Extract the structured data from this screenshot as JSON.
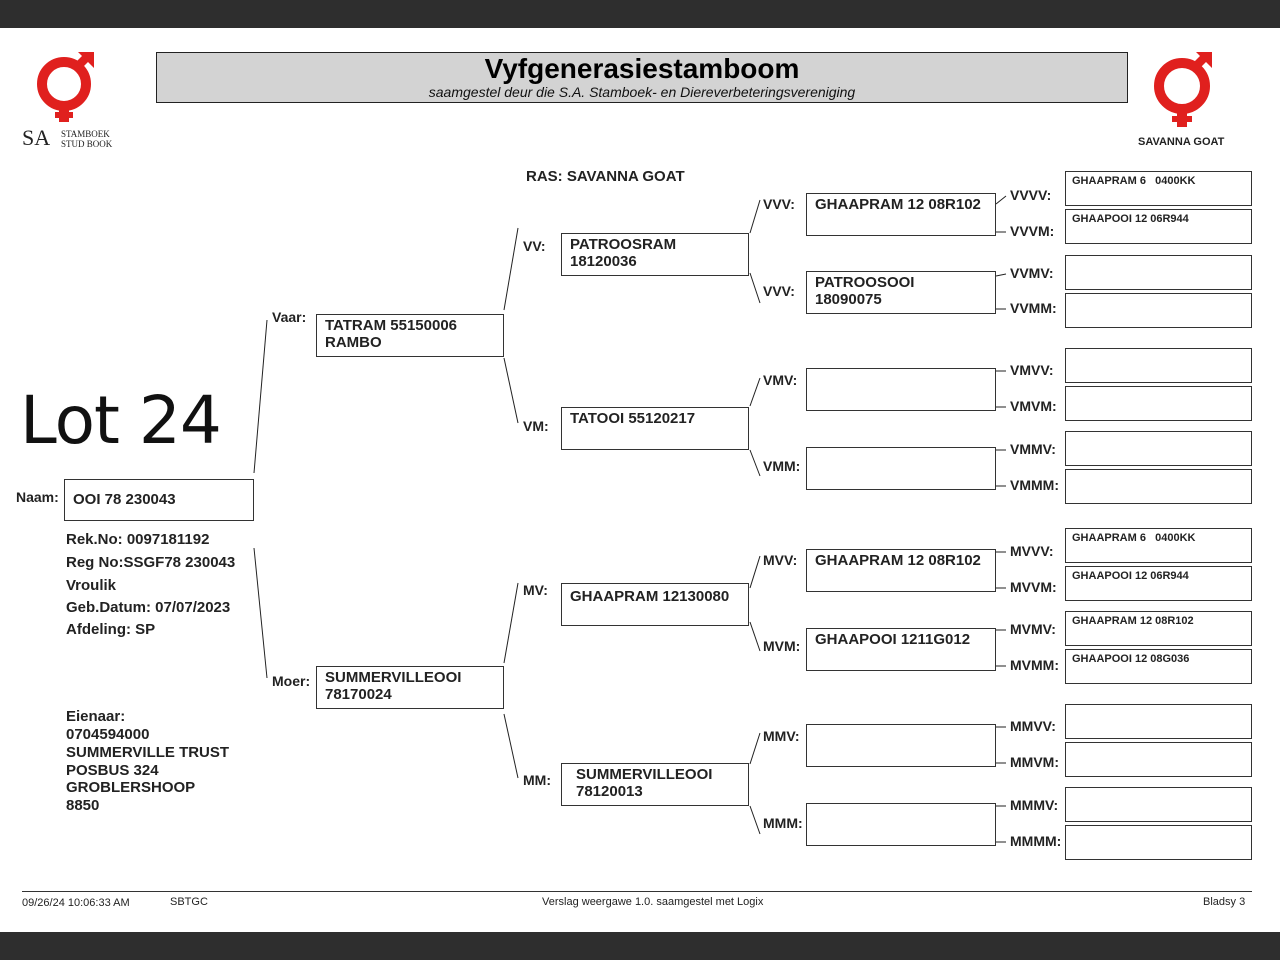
{
  "header": {
    "title": "Vyfgenerasiestamboom",
    "subtitle": "saamgestel deur die S.A. Stamboek- en Diereverbeteringsvereniging"
  },
  "logos": {
    "left_icon": "sa-stud-book-logo",
    "left_sa": "SA",
    "left_line1": "STAMBOEK",
    "left_line2": "STUD BOOK",
    "right_icon": "savanna-goat-logo",
    "right_caption": "SAVANNA GOAT",
    "accent_color": "#e0201e"
  },
  "breed": "RAS: SAVANNA GOAT",
  "overlay": {
    "lot": "Lot 24"
  },
  "animal": {
    "name_label": "Naam:",
    "name": "OOI 78 230043",
    "details": [
      "Rek.No: 0097181192",
      "Reg No:SSGF78  230043",
      "Vroulik",
      "Geb.Datum: 07/07/2023",
      "Afdeling: SP"
    ]
  },
  "owner": {
    "lines": [
      "Eienaar:",
      "0704594000",
      "SUMMERVILLE TRUST",
      "POSBUS 324",
      "GROBLERSHOOP",
      "8850"
    ]
  },
  "gen1": {
    "sire": {
      "label": "Vaar:",
      "line1": "TATRAM 55150006",
      "line2": "RAMBO"
    },
    "dam": {
      "label": "Moer:",
      "line1": "SUMMERVILLEOOI",
      "line2": "78170024"
    }
  },
  "gen2": {
    "VV": {
      "label": "VV:",
      "line1": "PATROOSRAM",
      "line2": "18120036"
    },
    "VM": {
      "label": "VM:",
      "line1": "TATOOI 55120217",
      "line2": ""
    },
    "MV": {
      "label": "MV:",
      "line1": "GHAAPRAM 12130080",
      "line2": ""
    },
    "MM": {
      "label": "MM:",
      "line1": "SUMMERVILLEOOI",
      "line2": "78120013"
    }
  },
  "gen3": {
    "VVV1": {
      "label": "VVV:",
      "line1": "GHAAPRAM 12 08R102",
      "line2": ""
    },
    "VVV2": {
      "label": "VVV:",
      "line1": "PATROOSOOI",
      "line2": "18090075"
    },
    "VMV": {
      "label": "VMV:",
      "line1": "",
      "line2": ""
    },
    "VMM": {
      "label": "VMM:",
      "line1": "",
      "line2": ""
    },
    "MVV": {
      "label": "MVV:",
      "line1": "GHAAPRAM 12 08R102",
      "line2": ""
    },
    "MVM": {
      "label": "MVM:",
      "line1": "GHAAPOOI 1211G012",
      "line2": ""
    },
    "MMV": {
      "label": "MMV:",
      "line1": "",
      "line2": ""
    },
    "MMM": {
      "label": "MMM:",
      "line1": "",
      "line2": ""
    }
  },
  "gen4": {
    "VVVV": {
      "label": "VVVV:",
      "text": "GHAAPRAM 6   0400KK"
    },
    "VVVM": {
      "label": "VVVM:",
      "text": "GHAAPOOI 12 06R944"
    },
    "VVMV": {
      "label": "VVMV:",
      "text": ""
    },
    "VVMM": {
      "label": "VVMM:",
      "text": ""
    },
    "VMVV": {
      "label": "VMVV:",
      "text": ""
    },
    "VMVM": {
      "label": "VMVM:",
      "text": ""
    },
    "VMMV": {
      "label": "VMMV:",
      "text": ""
    },
    "VMMM": {
      "label": "VMMM:",
      "text": ""
    },
    "MVVV": {
      "label": "MVVV:",
      "text": "GHAAPRAM 6   0400KK"
    },
    "MVVM": {
      "label": "MVVM:",
      "text": "GHAAPOOI 12 06R944"
    },
    "MVMV": {
      "label": "MVMV:",
      "text": "GHAAPRAM 12 08R102"
    },
    "MVMM": {
      "label": "MVMM:",
      "text": "GHAAPOOI 12 08G036"
    },
    "MMVV": {
      "label": "MMVV:",
      "text": ""
    },
    "MMVM": {
      "label": "MMVM:",
      "text": ""
    },
    "MMMV": {
      "label": "MMMV:",
      "text": ""
    },
    "MMMM": {
      "label": "MMMM:",
      "text": ""
    }
  },
  "footer": {
    "timestamp": "09/26/24 10:06:33 AM",
    "code": "SBTGC",
    "report": "Verslag weergawe 1.0. saamgestel met Logix",
    "page": "Bladsy 3"
  }
}
